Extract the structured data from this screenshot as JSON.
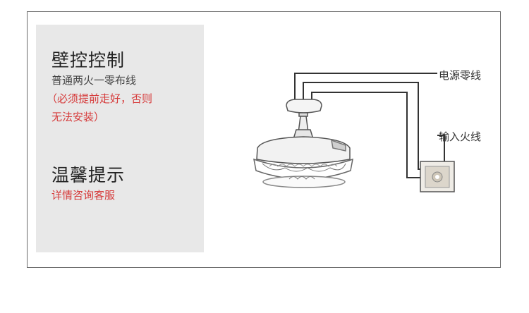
{
  "left_panel": {
    "section1_title": "壁控控制",
    "section1_subtitle": "普通两火一零布线",
    "section1_note_line1": "（必须提前走好，否则",
    "section1_note_line2": "无法安装）",
    "section2_title": "温馨提示",
    "section2_subtitle": "详情咨询客服"
  },
  "diagram": {
    "neutral_wire_label": "电源零线",
    "live_wire_label": "输入火线",
    "colors": {
      "wire": "#333333",
      "accent_text": "#d63a3a",
      "panel_bg": "#e8e8e8"
    },
    "icons": [
      "ceiling-fan-light-icon",
      "wall-switch-icon"
    ]
  }
}
